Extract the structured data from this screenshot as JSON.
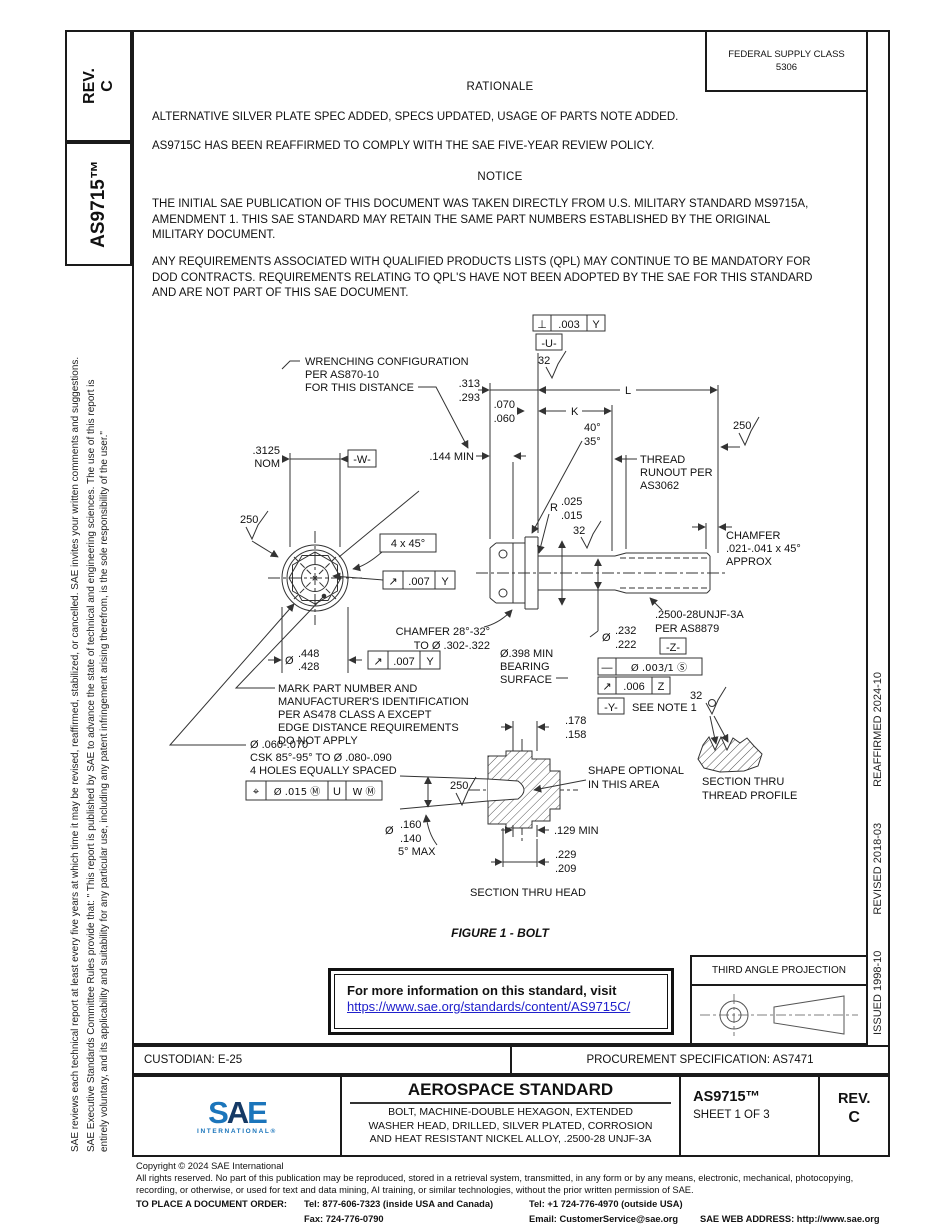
{
  "colors": {
    "border": "#1a1a1a",
    "link_blue": "#2020cc",
    "sae_blue": "#1b75bb",
    "sae_navy": "#153a66"
  },
  "left_margin": {
    "rev_label": "REV.",
    "rev_value": "C",
    "doc_number": "AS9715™",
    "disclaimer_line1": "SAE Executive Standards Committee Rules provide that: \" This report is published by SAE to advance the state of technical and engineering sciences. The use of this report is",
    "disclaimer_line2": "entirely voluntary, and its applicability and suitability for any particular use, including any patent infringement arising therefrom, is the sole responsibility of the user.\"",
    "review_note": "SAE reviews each technical report at least every five years at which time it may be revised, reaffirmed, stabilized, or cancelled. SAE invites your written comments and suggestions."
  },
  "right_margin": {
    "issued": "ISSUED 1998-10",
    "revised": "REVISED 2018-03",
    "reaffirmed": "REAFFIRMED 2024-10"
  },
  "header": {
    "fsc_line1": "FEDERAL SUPPLY CLASS",
    "fsc_line2": "5306"
  },
  "rationale": {
    "heading": "RATIONALE",
    "p1": "ALTERNATIVE SILVER PLATE SPEC ADDED, SPECS UPDATED, USAGE OF PARTS NOTE ADDED.",
    "p2": "AS9715C HAS BEEN REAFFIRMED TO COMPLY WITH THE SAE FIVE-YEAR REVIEW POLICY."
  },
  "notice": {
    "heading": "NOTICE",
    "p1": "THE INITIAL SAE PUBLICATION OF THIS DOCUMENT WAS TAKEN DIRECTLY FROM U.S. MILITARY STANDARD MS9715A, AMENDMENT 1. THIS SAE STANDARD MAY RETAIN THE SAME PART NUMBERS ESTABLISHED BY THE ORIGINAL MILITARY DOCUMENT.",
    "p2": "ANY REQUIREMENTS ASSOCIATED WITH QUALIFIED PRODUCTS LISTS (QPL) MAY CONTINUE TO BE MANDATORY FOR DOD CONTRACTS. REQUIREMENTS RELATING TO QPL'S HAVE NOT BEEN ADOPTED BY THE SAE FOR THIS STANDARD AND ARE NOT PART OF THIS SAE DOCUMENT."
  },
  "figure": {
    "caption": "FIGURE 1 - BOLT",
    "labels": {
      "wrench1": "WRENCHING CONFIGURATION",
      "wrench2": "PER AS870-10",
      "wrench3": "FOR THIS DISTANCE",
      "perp_sym": "⊥",
      "perp_tol": ".003",
      "perp_datum": "Y",
      "datum_u": "-U-",
      "fin32": "32",
      "fin250": "250",
      "d313": ".313",
      "d293": ".293",
      "dimL": "L",
      "d070": ".070",
      "d060": ".060",
      "dimK": "K",
      "a40": "40°",
      "a35": "35°",
      "d144": ".144 MIN",
      "tr1": "THREAD",
      "tr2": "RUNOUT PER",
      "tr3": "AS3062",
      "rad_r": "R",
      "r025": ".025",
      "r015": ".015",
      "chr1": "CHAMFER",
      "chr2": ".021-.041 x 45°",
      "chr3": "APPROX",
      "thspec1": ".2500-28UNJF-3A",
      "thspec2": "PER AS8879",
      "datum_z": "-Z-",
      "dia": "Ø",
      "d232": ".232",
      "d222": ".222",
      "str_sym": "—",
      "str_val": "Ø .003/1 Ⓢ",
      "ro_sym": "↗",
      "ro_tol": ".006",
      "ro_datum": "Z",
      "datum_y": "-Y-",
      "note1": "SEE NOTE 1",
      "brg1": "Ø.398 MIN",
      "brg2": "BEARING",
      "brg3": "SURFACE",
      "chl1": "CHAMFER 28°-32°",
      "chl2": "TO Ø .302-.322",
      "d448": ".448",
      "d428": ".428",
      "ro2_tol": ".007",
      "ro2_datum": "Y",
      "d3125": ".3125",
      "nom": "NOM",
      "datum_w": "-W-",
      "c4x45": "4 x 45°",
      "mark1": "MARK PART NUMBER AND",
      "mark2": "MANUFACTURER'S IDENTIFICATION",
      "mark3": "PER AS478 CLASS A EXCEPT",
      "mark4": "EDGE DISTANCE REQUIREMENTS",
      "mark5": "DO NOT APPLY",
      "csk1": "Ø .060-.070",
      "csk2": "CSK 85°-95° TO Ø .080-.090",
      "csk3": "4 HOLES EQUALLY SPACED",
      "pos_sym": "⌖",
      "pos_tol": "Ø .015 Ⓜ",
      "pos_d1": "U",
      "pos_d2": "W Ⓜ",
      "d178": ".178",
      "d158": ".158",
      "shape1": "SHAPE OPTIONAL",
      "shape2": "IN THIS AREA",
      "d160": ".160",
      "d140": ".140",
      "a5max": "5° MAX",
      "d129": ".129 MIN",
      "d229": ".229",
      "d209": ".209",
      "sec_head": "SECTION THRU HEAD",
      "sec_th1": "SECTION THRU",
      "sec_th2": "THREAD PROFILE"
    }
  },
  "info_box": {
    "intro": "For more information on this standard, visit",
    "link": "https://www.sae.org/standards/content/AS9715C/"
  },
  "projection": {
    "title": "THIRD ANGLE PROJECTION"
  },
  "footer_bar": {
    "custodian": "CUSTODIAN: E-25",
    "procurement": "PROCUREMENT SPECIFICATION: AS7471"
  },
  "title_block": {
    "logo_main_s": "S",
    "logo_main_a": "A",
    "logo_main_e": "E",
    "logo_sub": "INTERNATIONAL",
    "logo_reg": "®",
    "heading": "AEROSPACE STANDARD",
    "title_l1": "BOLT, MACHINE-DOUBLE HEXAGON, EXTENDED",
    "title_l2": "WASHER HEAD, DRILLED, SILVER PLATED, CORROSION",
    "title_l3": "AND HEAT RESISTANT NICKEL ALLOY, .2500-28 UNJF-3A",
    "doc_number": "AS9715™",
    "sheet": "SHEET 1 OF 3",
    "rev_label": "REV.",
    "rev_value": "C"
  },
  "footer": {
    "copyright": "Copyright © 2024 SAE International",
    "rights": "All rights reserved. No part of this publication may be reproduced, stored in a retrieval system, transmitted, in any form or by any means, electronic, mechanical, photocopying, recording, or otherwise, or used for text and data mining, AI training, or similar technologies, without the prior written permission of SAE.",
    "order_label": "TO PLACE A DOCUMENT ORDER:",
    "tel_inside": "Tel: 877-606-7323 (inside USA and Canada)",
    "tel_outside": "Tel: +1 724-776-4970 (outside USA)",
    "fax": "Fax: 724-776-0790",
    "email": "Email: CustomerService@sae.org",
    "web": "SAE WEB ADDRESS: http://www.sae.org"
  }
}
